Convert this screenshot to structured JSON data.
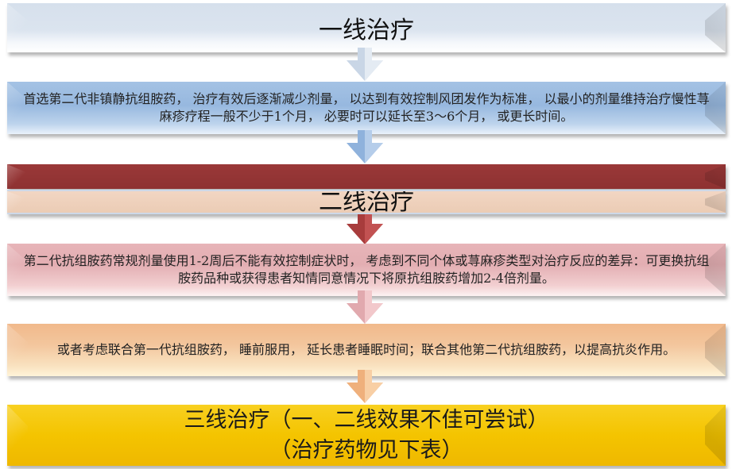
{
  "flowchart": {
    "first_line": {
      "title": "一线治疗",
      "color": "#dbe4ef",
      "description": "首选第二代非镇静抗组胺药， 治疗有效后逐渐减少剂量， 以达到有效控制风团发作为标准， 以最小的剂量维持治疗慢性荨麻疹疗程一般不少于1个月， 必要时可以延长至3～6个月， 或更长时间。",
      "description_color": "#97b8df"
    },
    "second_line": {
      "title": "二线治疗",
      "header_color": "#8e3232",
      "title_band_color": "#ebccb5",
      "option_1": "第二代抗组胺药常规剂量使用1-2周后不能有效控制症状时， 考虑到不同个体或荨麻疹类型对治疗反应的差异：可更换抗组胺药品种或获得患者知情同意情况下将原抗组胺药增加2-4倍剂量。",
      "option_1_color": "#e3aeb2",
      "option_2": "或者考虑联合第一代抗组胺药， 睡前服用， 延长患者睡眠时间；联合其他第二代抗组胺药，以提高抗炎作用。",
      "option_2_color": "#f3c69d"
    },
    "third_line": {
      "title": "三线治疗（一、二线效果不佳可尝试）",
      "subtitle": "（治疗药物见下表）",
      "color": "#f4c400"
    },
    "arrows": [
      {
        "icon": "down-arrow-icon",
        "color": "#c9d6e6"
      },
      {
        "icon": "down-arrow-icon",
        "color": "#9dbde2"
      },
      {
        "icon": "down-arrow-icon",
        "color": "#a83c3c"
      },
      {
        "icon": "down-arrow-icon",
        "color": "#e6b0b4"
      },
      {
        "icon": "down-arrow-icon",
        "color": "#f2b886"
      }
    ]
  }
}
